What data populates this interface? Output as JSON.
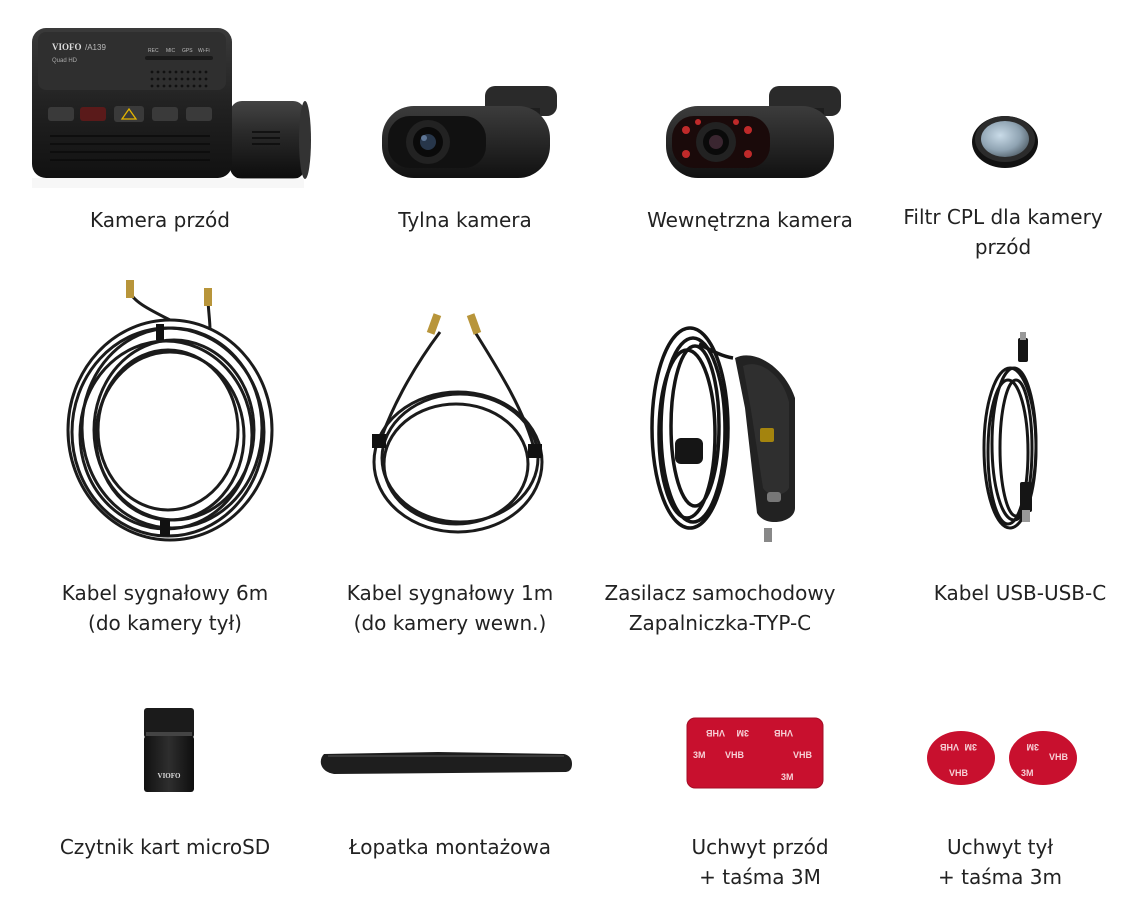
{
  "brand": "VIOFO",
  "camera_front_model": "/A139",
  "camera_front_sub": "Quad HD",
  "camera_front_indicators": [
    "REC",
    "MIC",
    "GPS",
    "Wi-Fi"
  ],
  "items": [
    {
      "lines": [
        "Kamera przód"
      ]
    },
    {
      "lines": [
        "Tylna kamera"
      ]
    },
    {
      "lines": [
        "Wewnętrzna kamera"
      ]
    },
    {
      "lines": [
        "Filtr CPL dla kamery",
        "przód"
      ]
    },
    {
      "lines": [
        "Kabel sygnałowy 6m",
        "(do kamery tył)"
      ]
    },
    {
      "lines": [
        "Kabel sygnałowy 1m",
        "(do kamery wewn.)"
      ]
    },
    {
      "lines": [
        "Zasilacz samochodowy",
        "Zapalniczka-TYP-C"
      ]
    },
    {
      "lines": [
        "Kabel USB-USB-C"
      ]
    },
    {
      "lines": [
        "Czytnik kart microSD"
      ]
    },
    {
      "lines": [
        "Łopatka montażowa"
      ]
    },
    {
      "lines": [
        "Uchwyt przód",
        "+ taśma 3M"
      ]
    },
    {
      "lines": [
        "Uchwyt tył",
        "+ taśma 3m"
      ]
    }
  ],
  "card_reader_brand": "VIOFO",
  "tape_brand_text": "3M",
  "tape_vhb_text": "VHB",
  "colors": {
    "background": "#ffffff",
    "device": "#1c1c1c",
    "tape_red": "#c8102e"
  }
}
